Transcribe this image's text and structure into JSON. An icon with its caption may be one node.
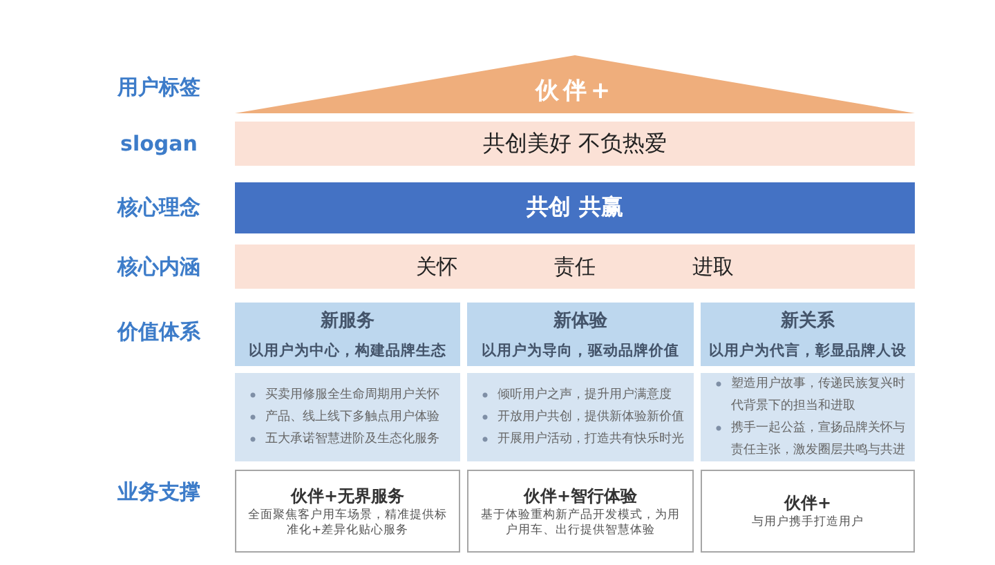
{
  "diagram": {
    "nodes": [
      {
        "text": [
          "伙伴+"
        ]
      },
      {
        "text": [
          "共创美好 不负热爱"
        ]
      },
      {
        "text": [
          "共创 共赢"
        ]
      },
      {
        "text": [
          "关怀",
          "责任",
          "进取"
        ]
      },
      {
        "text": [
          "新服务",
          "以用户为中心，构建品牌生态"
        ]
      },
      {
        "text": [
          "新体验",
          "以用户为导向，驱动品牌价值"
        ]
      },
      {
        "text": [
          "新关系",
          "以用户为代言，彰显品牌人设"
        ]
      },
      {
        "text": [
          "买卖用修服全生命周期用户关怀",
          "产品、线上线下多触点用户体验",
          "五大承诺智慧进阶及生态化服务"
        ]
      },
      {
        "text": [
          "倾听用户之声，提升用户满意度",
          "开放用户共创，提供新体验新价值",
          "开展用户活动，打造共有快乐时光"
        ]
      },
      {
        "text": [
          "塑造用户故事，传递民族复兴时代背景下的担当和进取",
          "携手一起公益，宣扬品牌关怀与责任主张，激发圈层共鸣与共进"
        ]
      },
      {
        "text": [
          "伙伴+无界服务",
          "全面聚焦客户用车场景，精准提供标准化+差异化贴心服务"
        ]
      },
      {
        "text": [
          "伙伴+智行体验",
          "基于体验重构新产品开发模式，为用户用车、出行提供智慧体验"
        ]
      },
      {
        "text": [
          "伙伴+",
          "与用户携手打造用户"
        ]
      }
    ],
    "labels": [
      "用户标签",
      "slogan",
      "核心理念",
      "核心内涵",
      "价值体系",
      "业务支撑"
    ]
  }
}
